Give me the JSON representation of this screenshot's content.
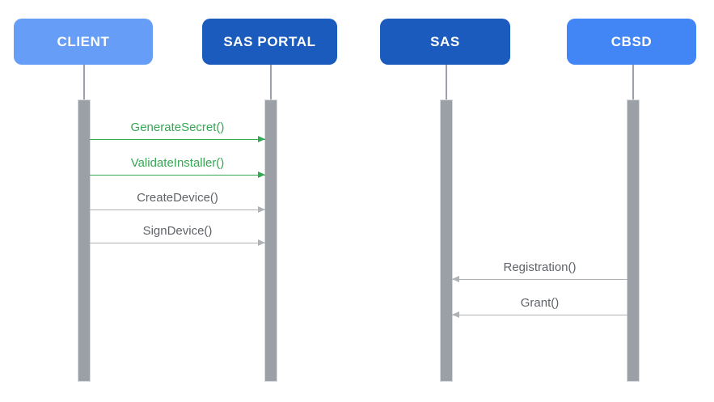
{
  "diagram": {
    "type": "sequence-diagram",
    "background_color": "#ffffff",
    "lifeline_color": "#9aa0a6",
    "activation_bar_color": "#9aa0a6",
    "actors": [
      {
        "label": "CLIENT",
        "color": "#669df6",
        "text_color": "#ffffff"
      },
      {
        "label": "SAS PORTAL",
        "color": "#1b5bbd",
        "text_color": "#ffffff"
      },
      {
        "label": "SAS",
        "color": "#1b5bbd",
        "text_color": "#ffffff"
      },
      {
        "label": "CBSD",
        "color": "#4285f4",
        "text_color": "#ffffff"
      }
    ],
    "messages": [
      {
        "label": "GenerateSecret()",
        "from": "CLIENT",
        "to": "SAS PORTAL",
        "direction": "right",
        "text_color": "#34a853",
        "line_color": "#34a853"
      },
      {
        "label": "ValidateInstaller()",
        "from": "CLIENT",
        "to": "SAS PORTAL",
        "direction": "right",
        "text_color": "#34a853",
        "line_color": "#34a853"
      },
      {
        "label": "CreateDevice()",
        "from": "CLIENT",
        "to": "SAS PORTAL",
        "direction": "right",
        "text_color": "#5f6368",
        "line_color": "#aeb3b8"
      },
      {
        "label": "SignDevice()",
        "from": "CLIENT",
        "to": "SAS PORTAL",
        "direction": "right",
        "text_color": "#5f6368",
        "line_color": "#aeb3b8"
      },
      {
        "label": "Registration()",
        "from": "CBSD",
        "to": "SAS",
        "direction": "left",
        "text_color": "#5f6368",
        "line_color": "#aeb3b8"
      },
      {
        "label": "Grant()",
        "from": "CBSD",
        "to": "SAS",
        "direction": "left",
        "text_color": "#5f6368",
        "line_color": "#aeb3b8"
      }
    ]
  }
}
